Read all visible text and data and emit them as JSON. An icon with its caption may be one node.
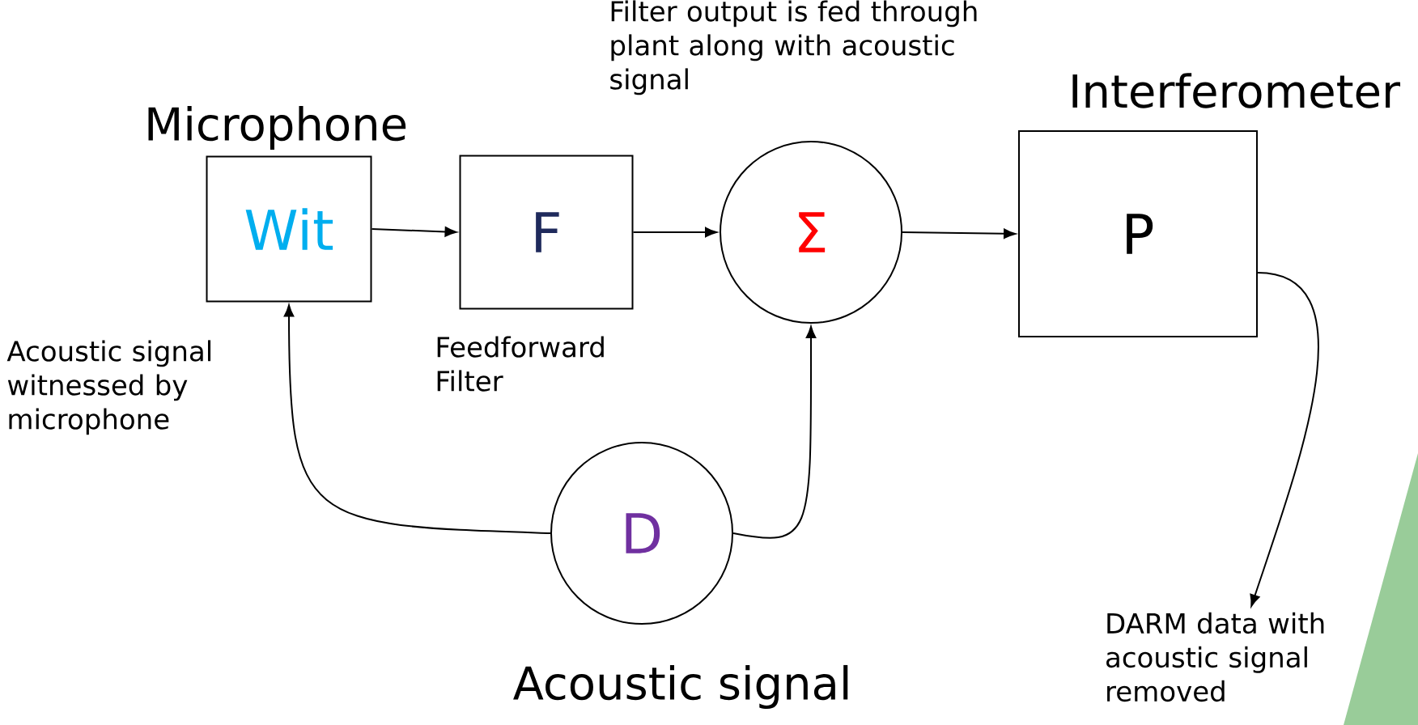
{
  "diagram": {
    "nodes": [
      {
        "text": [
          "Microphone",
          "Wit"
        ]
      },
      {
        "text": [
          "F"
        ],
        "beside": [
          "Feedforward Filter"
        ]
      },
      {
        "text": [
          "Σ"
        ],
        "beside": [
          "Filter output is fed through plant along with acoustic signal"
        ]
      },
      {
        "text": [
          "Interferometer",
          "P"
        ]
      },
      {
        "text": [
          "D",
          "Acoustic signal"
        ]
      },
      {
        "text": [
          "DARM data with acoustic signal removed"
        ]
      }
    ],
    "edges": [
      {
        "from": 0,
        "to": 1,
        "arrow": "to"
      },
      {
        "from": 1,
        "to": 2,
        "arrow": "to"
      },
      {
        "from": 2,
        "to": 3,
        "arrow": "to"
      },
      {
        "from": 4,
        "to": 0,
        "arrow": "to"
      },
      {
        "from": 4,
        "to": 2,
        "arrow": "to"
      },
      {
        "from": 3,
        "to": 5,
        "arrow": "to"
      }
    ],
    "labels": [
      "Acoustic signal witnessed by microphone"
    ]
  }
}
